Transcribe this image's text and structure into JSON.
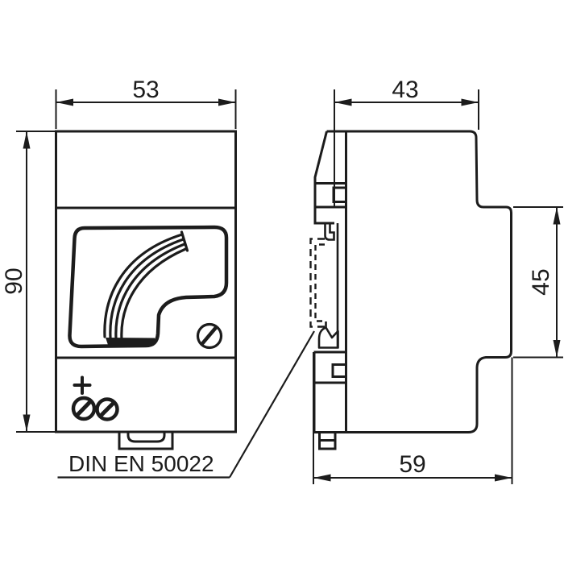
{
  "dimensions": {
    "front_width_mm": "53",
    "front_height_mm": "90",
    "side_top_depth_mm": "43",
    "side_front_height_mm": "45",
    "side_total_depth_mm": "59"
  },
  "labels": {
    "rail_standard": "DIN EN 50022"
  },
  "colors": {
    "line": "#1c1c1c",
    "background": "#ffffff"
  }
}
